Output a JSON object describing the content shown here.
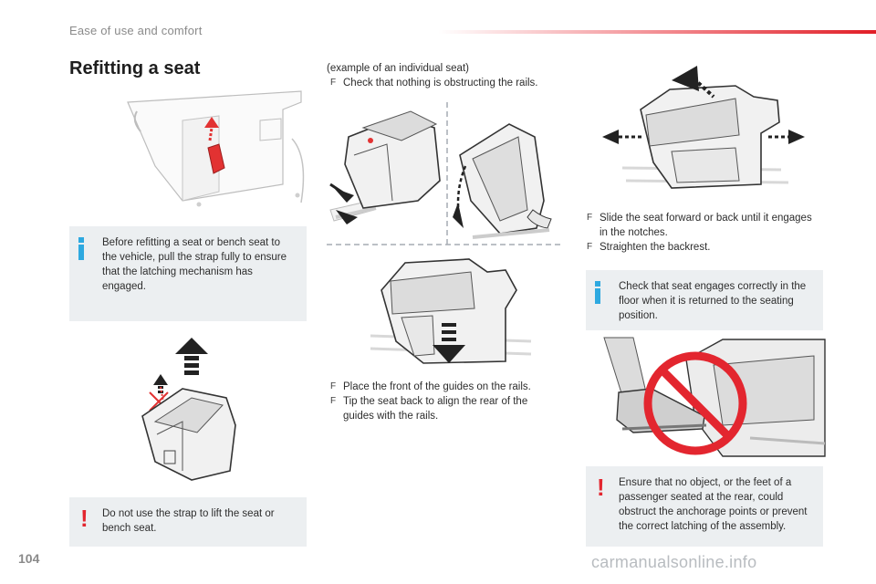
{
  "header": {
    "section_title": "Ease of use and comfort"
  },
  "page_title": "Refitting a seat",
  "info_box_strap": "Before refitting a seat or bench seat to the vehicle, pull the strap fully to ensure that the latching mechanism has engaged.",
  "warning_strap": "Do not use the strap to lift the seat or bench seat.",
  "example_note": "(example of an individual seat)",
  "bullet_marker": "F",
  "step_check_rails": "Check that nothing is obstructing the rails.",
  "steps_middle": [
    "Place the front of the guides on the rails.",
    "Tip the seat back to align the rear of the guides with the rails."
  ],
  "steps_right": [
    "Slide the seat forward or back until it engages in the notches.",
    "Straighten the backrest."
  ],
  "info_box_engage": "Check that seat engages correctly in the floor when it is returned to the seating position.",
  "warning_obstruct": "Ensure that no object, or the feet of a passenger seated at the rear, could obstruct the anchorage points or prevent the correct latching of the assembly.",
  "page_number": "104",
  "watermark": "carmanualsonline.info",
  "colors": {
    "accent_red": "#e11d26",
    "info_blue": "#2ea9e0",
    "warning_red": "#e3262f",
    "box_grey": "#eceff1"
  },
  "icons": [
    "info-icon",
    "warning-icon",
    "arrow-up-icon",
    "arrow-down-icon",
    "no-entry-icon"
  ]
}
